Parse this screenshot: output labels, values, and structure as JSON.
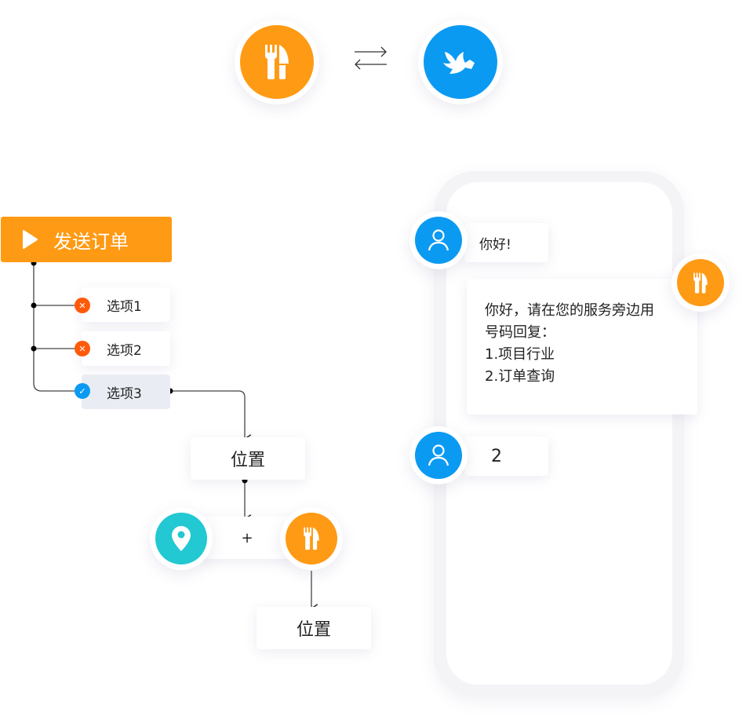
{
  "colors": {
    "orange": "#ff9a14",
    "blue": "#0b9af2",
    "teal": "#22c8d2",
    "red": "#ff5a0a",
    "selected_bg": "#e9edf3"
  },
  "top": {
    "left_icon": "restaurant-icon",
    "exchange_icon": "exchange-arrows-icon",
    "right_icon": "dove-icon"
  },
  "flow": {
    "trigger_label": "发送订单",
    "options": [
      {
        "label": "选项1",
        "status": "rejected"
      },
      {
        "label": "选项2",
        "status": "rejected"
      },
      {
        "label": "选项3",
        "status": "selected"
      }
    ],
    "location_label": "位置",
    "combine_symbol": "+",
    "result_label": "位置"
  },
  "chat": {
    "messages": [
      {
        "from": "user",
        "text": "你好!"
      },
      {
        "from": "bot",
        "lines": [
          "你好，请在您的服务旁边用",
          "号码回复：",
          "1.项目行业",
          "2.订单查询"
        ]
      },
      {
        "from": "user",
        "text": "2"
      }
    ]
  }
}
